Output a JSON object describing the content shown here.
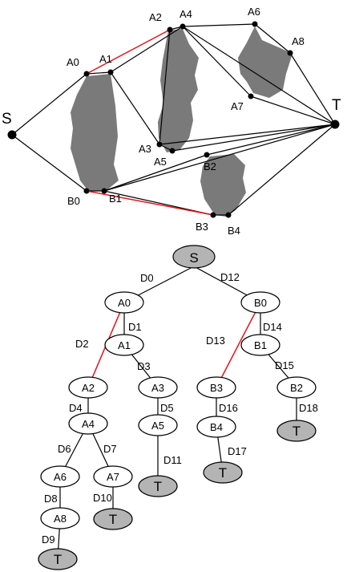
{
  "map": {
    "points": {
      "S": "S",
      "T": "T",
      "A0": "A0",
      "A1": "A1",
      "A2": "A2",
      "A3": "A3",
      "A4": "A4",
      "A5": "A5",
      "A6": "A6",
      "A7": "A7",
      "A8": "A8",
      "B0": "B0",
      "B1": "B1",
      "B2": "B2",
      "B3": "B3",
      "B4": "B4"
    }
  },
  "tree": {
    "nodes": {
      "S": "S",
      "A0": "A0",
      "B0": "B0",
      "A1": "A1",
      "B1": "B1",
      "A2": "A2",
      "A3": "A3",
      "B3": "B3",
      "B2": "B2",
      "A4": "A4",
      "A5": "A5",
      "B4": "B4",
      "A6": "A6",
      "A7": "A7",
      "A8": "A8",
      "T_A8": "T",
      "T_A7": "T",
      "T_A5": "T",
      "T_B4": "T",
      "T_B2": "T"
    },
    "edges": {
      "D0": "D0",
      "D1": "D1",
      "D2": "D2",
      "D3": "D3",
      "D4": "D4",
      "D5": "D5",
      "D6": "D6",
      "D7": "D7",
      "D8": "D8",
      "D9": "D9",
      "D10": "D10",
      "D11": "D11",
      "D12": "D12",
      "D13": "D13",
      "D14": "D14",
      "D15": "D15",
      "D16": "D16",
      "D17": "D17",
      "D18": "D18"
    }
  },
  "colors": {
    "obstacle": "#7a7a7a",
    "highlight_edge": "#e0141e",
    "goal_fill": "#b4b4b4",
    "root_fill": "#b4b4b4"
  }
}
